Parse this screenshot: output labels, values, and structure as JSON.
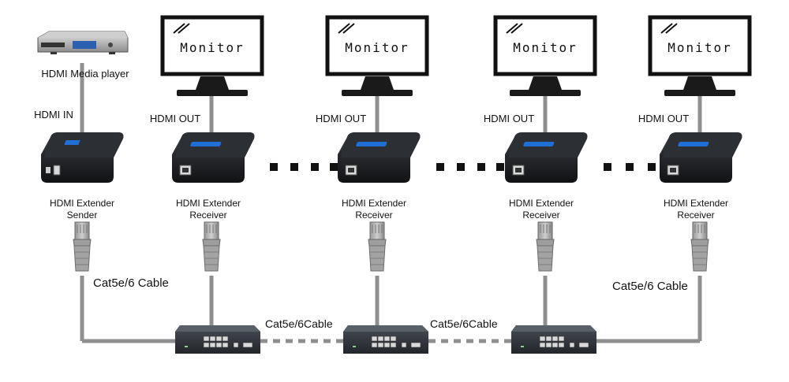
{
  "media_player": {
    "label": "HDMI Media player",
    "port_label": "HDMI IN"
  },
  "sender": {
    "line1": "HDMI Extender",
    "line2": "Sender"
  },
  "monitors": [
    {
      "screen_text": "Monitor",
      "port_label": "HDMI OUT",
      "receiver_line1": "HDMI Extender",
      "receiver_line2": "Receiver"
    },
    {
      "screen_text": "Monitor",
      "port_label": "HDMI OUT",
      "receiver_line1": "HDMI Extender",
      "receiver_line2": "Receiver"
    },
    {
      "screen_text": "Monitor",
      "port_label": "HDMI OUT",
      "receiver_line1": "HDMI Extender",
      "receiver_line2": "Receiver"
    },
    {
      "screen_text": "Monitor",
      "port_label": "HDMI OUT",
      "receiver_line1": "HDMI Extender",
      "receiver_line2": "Receiver"
    }
  ],
  "cables": {
    "sender_cable": "Cat5e/6 Cable",
    "switch_link_1": "Cat5e/6Cable",
    "switch_link_2": "Cat5e/6Cable",
    "last_cable": "Cat5e/6 Cable"
  }
}
